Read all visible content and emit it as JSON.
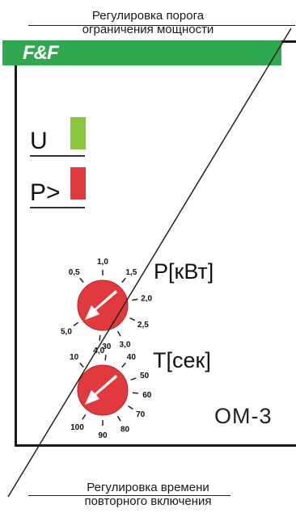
{
  "captions": {
    "top_line1": "Регулировка порога",
    "top_line2": "ограничения мощности",
    "bottom_line1": "Регулировка времени",
    "bottom_line2": "повторного включения"
  },
  "device": {
    "brand": "F&F",
    "brand_color": "#2fa84f",
    "model": "OM-3",
    "indicators": [
      {
        "label": "U",
        "color": "#8cc63f"
      },
      {
        "label": "P>",
        "color": "#e0393e"
      }
    ],
    "dials": [
      {
        "title": "P[кВт]",
        "ticks": [
          "0,5",
          "1,0",
          "1,5",
          "2,0",
          "2,5",
          "3,0",
          "4,0",
          "5,0"
        ],
        "knob_color": "#e03a3e"
      },
      {
        "title": "T[сек]",
        "ticks": [
          "10",
          "30",
          "40",
          "50",
          "60",
          "70",
          "80",
          "90",
          "100"
        ],
        "knob_color": "#e03a3e"
      }
    ]
  }
}
